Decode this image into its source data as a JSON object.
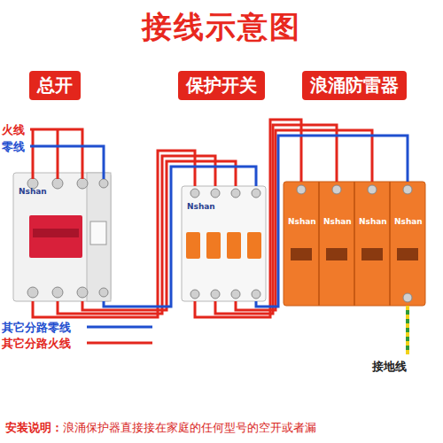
{
  "diagram": {
    "title": "接线示意图",
    "nodes": [
      {
        "text": [
          "总开"
        ]
      },
      {
        "text": [
          "保护开关"
        ]
      },
      {
        "text": [
          "浪涌防雷器"
        ]
      },
      {
        "text": [
          "Nshan"
        ]
      },
      {
        "text": [
          "Nshan"
        ]
      },
      {
        "text": [
          "Nshan",
          "Nshan",
          "Nshan",
          "Nshan"
        ]
      }
    ],
    "edges": [
      {
        "from": 3,
        "to": 4,
        "arrow": "none"
      },
      {
        "from": 4,
        "to": 5,
        "arrow": "none"
      }
    ],
    "labels": [
      "火线",
      "零线",
      "其它分路零线",
      "其它分路火线",
      "接地线",
      "安装说明：",
      "浪涌保护器直接接在家庭的任何型号的空开或者漏"
    ]
  }
}
